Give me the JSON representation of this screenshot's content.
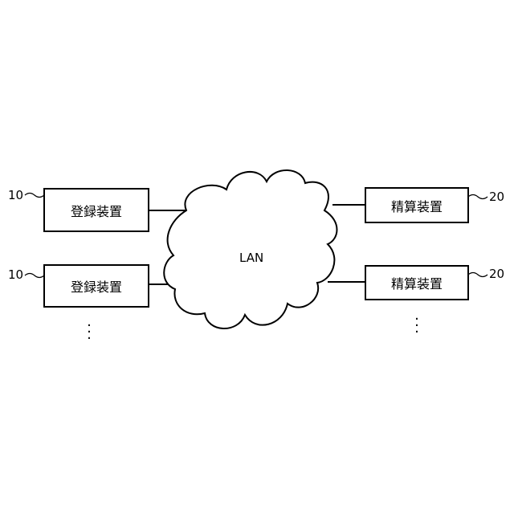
{
  "network": {
    "label": "LAN"
  },
  "left_devices": [
    {
      "label": "登録装置",
      "ref": "10"
    },
    {
      "label": "登録装置",
      "ref": "10"
    }
  ],
  "right_devices": [
    {
      "label": "精算装置",
      "ref": "20"
    },
    {
      "label": "精算装置",
      "ref": "20"
    }
  ],
  "colors": {
    "stroke": "#000000",
    "background": "#ffffff"
  }
}
